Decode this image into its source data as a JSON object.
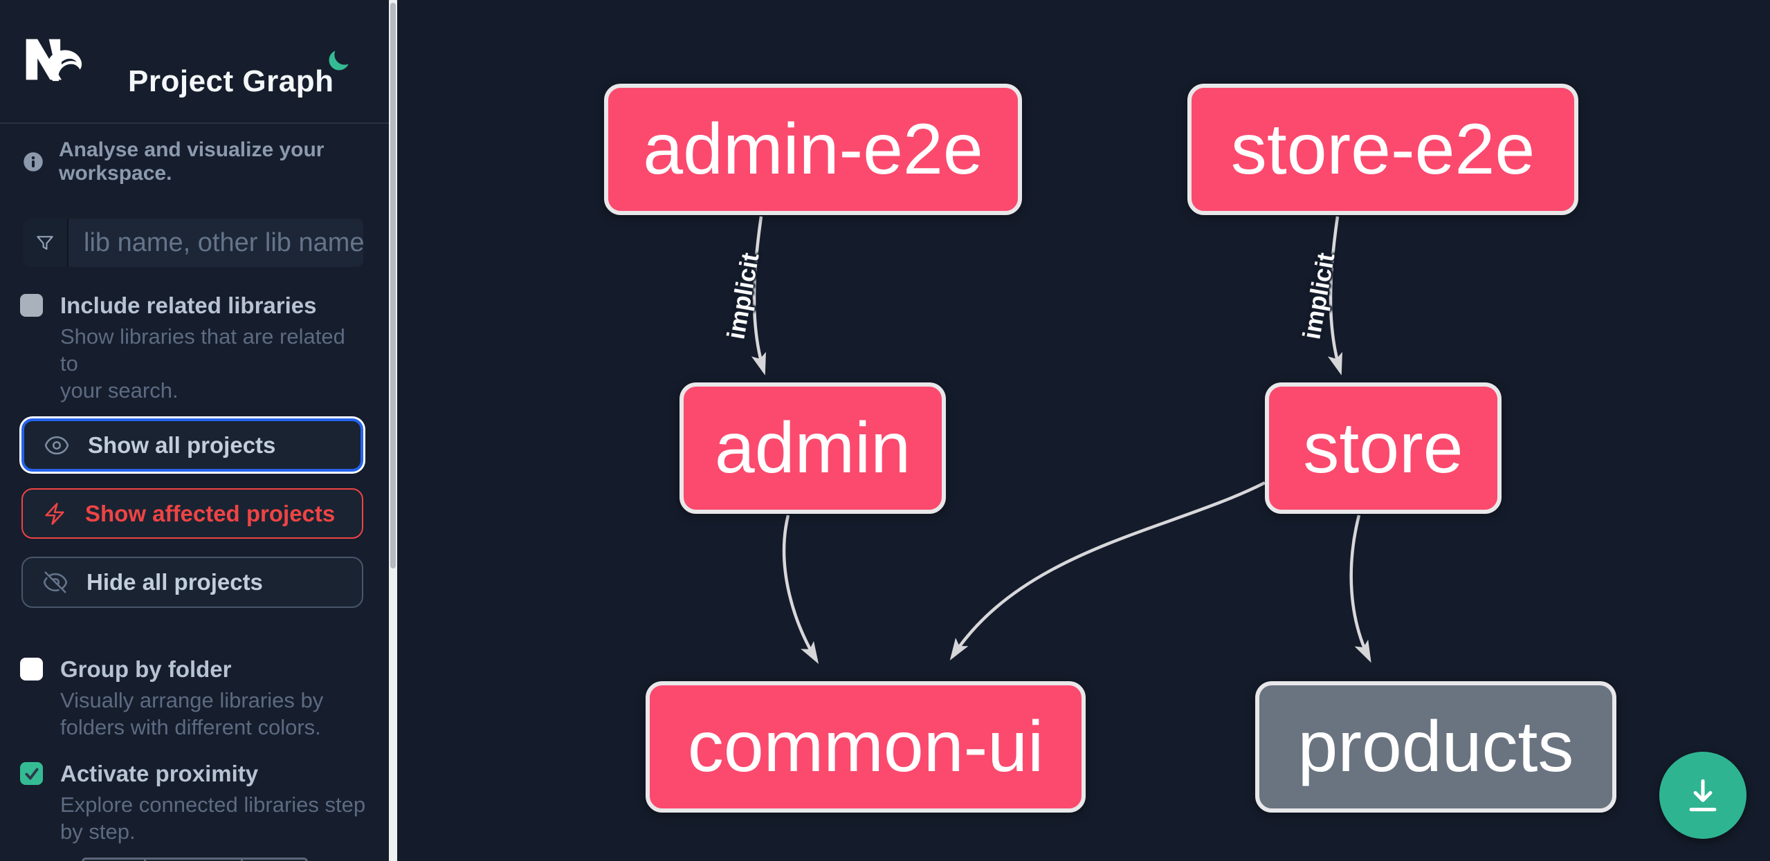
{
  "app": {
    "title": "Project Graph"
  },
  "colors": {
    "node_pink": "#fb4a6e",
    "node_gray": "#6a7480",
    "accent_green": "#35bb94",
    "focus_blue": "#2563eb",
    "danger_red": "#ef4444",
    "edge_gray": "#d8d8db"
  },
  "sidebar": {
    "tagline": "Analyse and visualize your workspace.",
    "search_placeholder": "lib name, other lib name",
    "options": {
      "include_related": {
        "label": "Include related libraries",
        "description": "Show libraries that are related to\nyour search.",
        "checked": false
      },
      "group_by_folder": {
        "label": "Group by folder",
        "description": "Visually arrange libraries by\nfolders with different colors.",
        "checked": false
      },
      "activate_proximity": {
        "label": "Activate proximity",
        "description": "Explore connected libraries step\nby step.",
        "checked": true
      }
    },
    "buttons": {
      "show_all": "Show all projects",
      "show_affected": "Show affected projects",
      "hide_all": "Hide all projects"
    }
  },
  "graph": {
    "nodes": [
      {
        "id": "admin-e2e",
        "label": "admin-e2e",
        "style": "pink"
      },
      {
        "id": "store-e2e",
        "label": "store-e2e",
        "style": "pink"
      },
      {
        "id": "admin",
        "label": "admin",
        "style": "pink"
      },
      {
        "id": "store",
        "label": "store",
        "style": "pink"
      },
      {
        "id": "common-ui",
        "label": "common-ui",
        "style": "pink"
      },
      {
        "id": "products",
        "label": "products",
        "style": "gray"
      }
    ],
    "edges": [
      {
        "from": "admin-e2e",
        "to": "admin",
        "label": "implicit"
      },
      {
        "from": "store-e2e",
        "to": "store",
        "label": "implicit"
      },
      {
        "from": "admin",
        "to": "common-ui",
        "label": ""
      },
      {
        "from": "store",
        "to": "common-ui",
        "label": ""
      },
      {
        "from": "store",
        "to": "products",
        "label": ""
      }
    ]
  },
  "fab": {
    "icon": "download-icon"
  }
}
